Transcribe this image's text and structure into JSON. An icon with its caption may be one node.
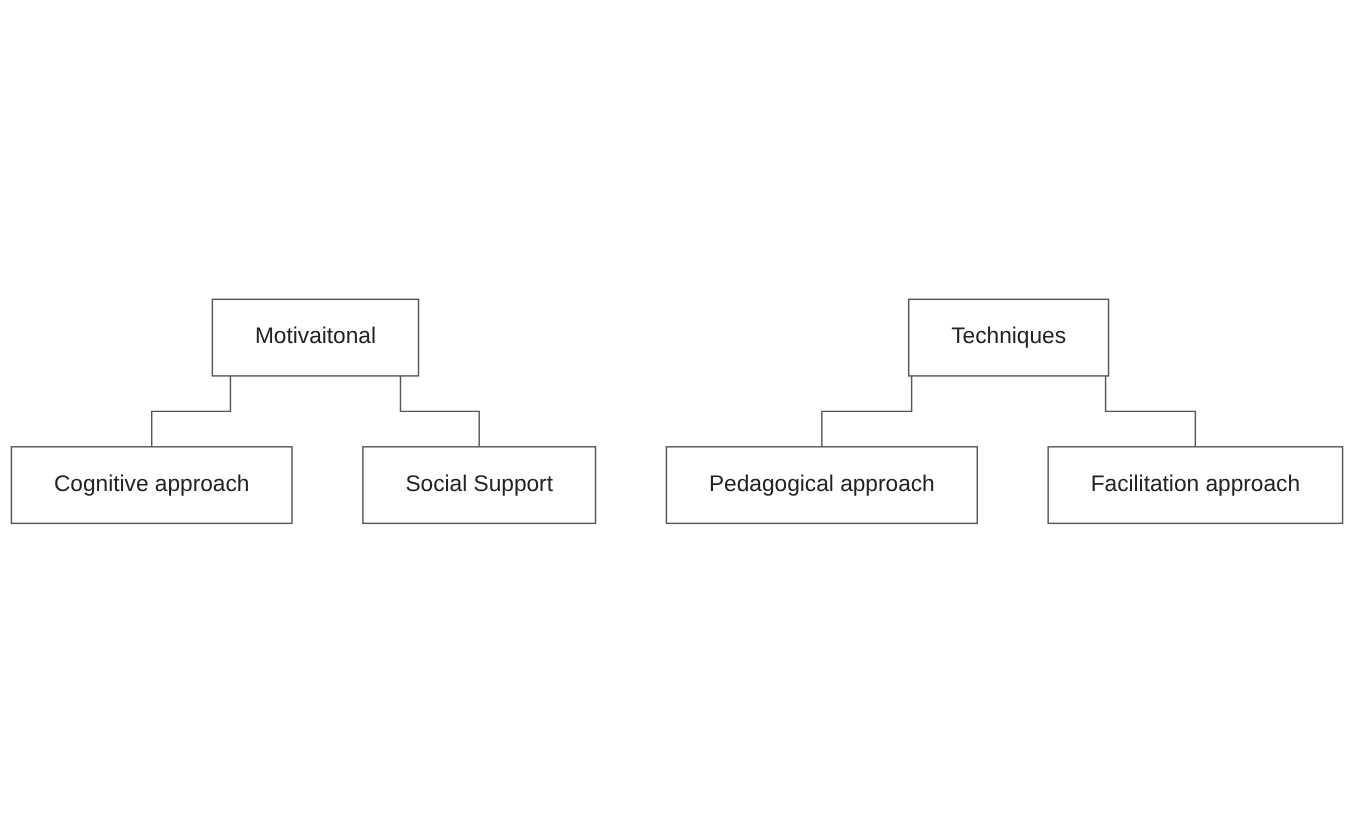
{
  "diagram": {
    "nodes": [
      {
        "text": [
          "Motivaitonal"
        ]
      },
      {
        "text": [
          "Cognitive approach"
        ]
      },
      {
        "text": [
          "Social Support"
        ]
      },
      {
        "text": [
          "Techniques"
        ]
      },
      {
        "text": [
          "Pedagogical approach"
        ]
      },
      {
        "text": [
          "Facilitation approach"
        ]
      }
    ],
    "edges": [
      {
        "from": 0,
        "to": 1,
        "arrow": "none"
      },
      {
        "from": 0,
        "to": 2,
        "arrow": "none"
      },
      {
        "from": 3,
        "to": 4,
        "arrow": "none"
      },
      {
        "from": 3,
        "to": 5,
        "arrow": "none"
      }
    ]
  }
}
